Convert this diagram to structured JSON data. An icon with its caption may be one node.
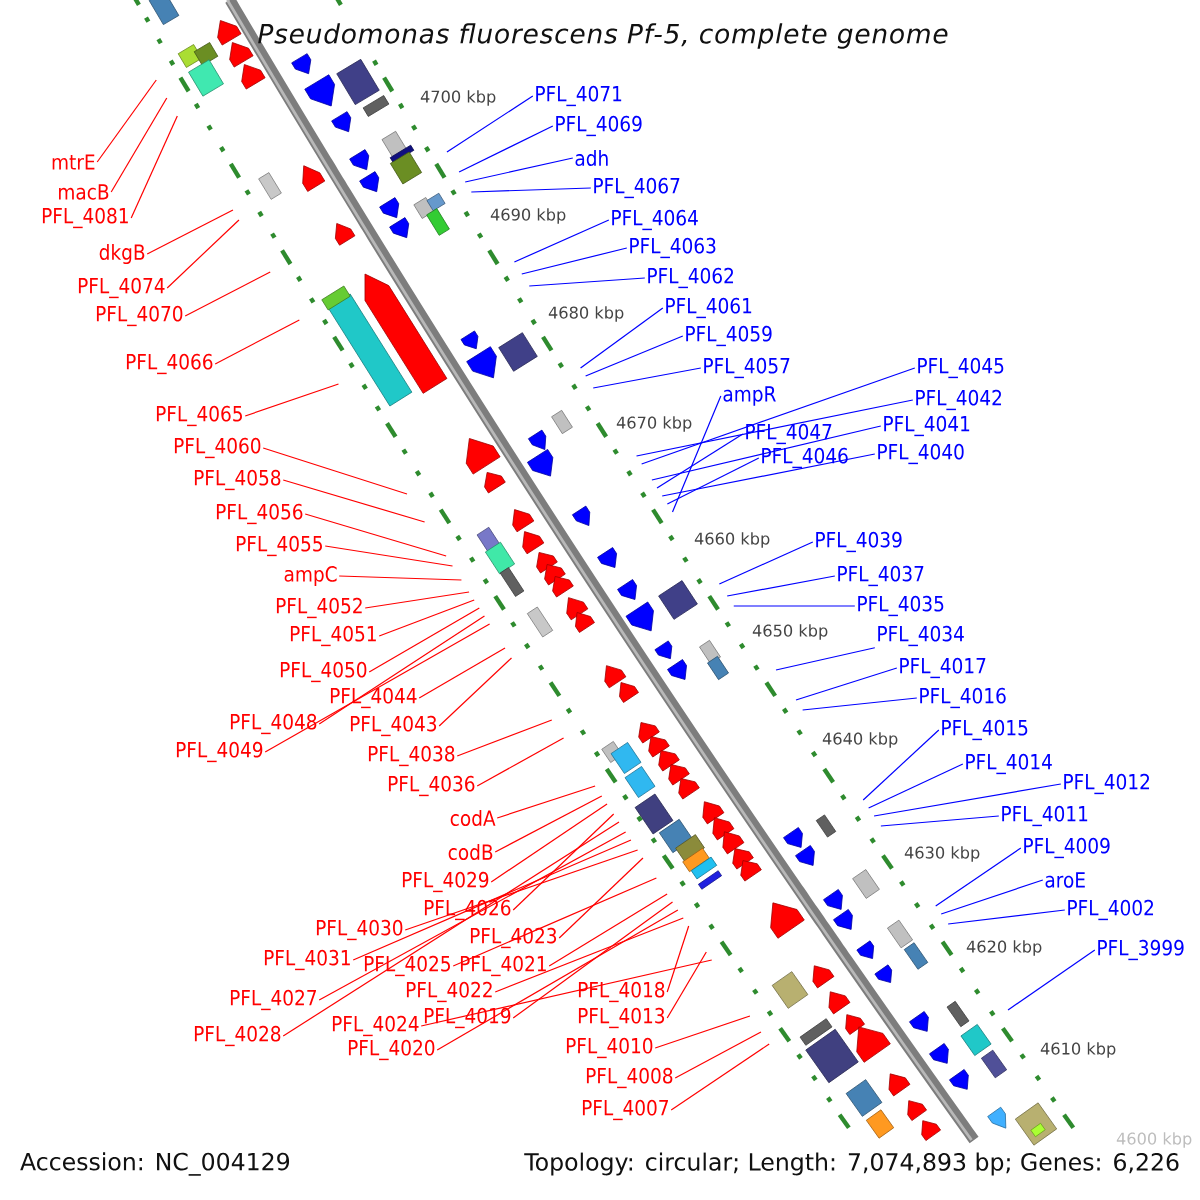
{
  "diagram": {
    "title": "Pseudomonas fluorescens Pf-5, complete genome",
    "nodes": [
      {
        "text": [
          "mtrE"
        ]
      },
      {
        "text": [
          "macB"
        ]
      },
      {
        "text": [
          "PFL_4081"
        ]
      },
      {
        "text": [
          "dkgB"
        ]
      },
      {
        "text": [
          "PFL_4074"
        ]
      },
      {
        "text": [
          "PFL_4070"
        ]
      },
      {
        "text": [
          "PFL_4066"
        ]
      },
      {
        "text": [
          "PFL_4065"
        ]
      },
      {
        "text": [
          "PFL_4060"
        ]
      },
      {
        "text": [
          "PFL_4058"
        ]
      },
      {
        "text": [
          "PFL_4056"
        ]
      },
      {
        "text": [
          "PFL_4055"
        ]
      },
      {
        "text": [
          "ampC"
        ]
      },
      {
        "text": [
          "PFL_4052"
        ]
      },
      {
        "text": [
          "PFL_4051"
        ]
      },
      {
        "text": [
          "PFL_4050"
        ]
      },
      {
        "text": [
          "PFL_4044"
        ]
      },
      {
        "text": [
          "PFL_4048"
        ]
      },
      {
        "text": [
          "PFL_4043"
        ]
      },
      {
        "text": [
          "PFL_4049"
        ]
      },
      {
        "text": [
          "PFL_4038"
        ]
      },
      {
        "text": [
          "PFL_4036"
        ]
      },
      {
        "text": [
          "codA"
        ]
      },
      {
        "text": [
          "codB"
        ]
      },
      {
        "text": [
          "PFL_4029"
        ]
      },
      {
        "text": [
          "PFL_4026"
        ]
      },
      {
        "text": [
          "PFL_4030"
        ]
      },
      {
        "text": [
          "PFL_4023"
        ]
      },
      {
        "text": [
          "PFL_4031"
        ]
      },
      {
        "text": [
          "PFL_4025"
        ]
      },
      {
        "text": [
          "PFL_4021"
        ]
      },
      {
        "text": [
          "PFL_4027"
        ]
      },
      {
        "text": [
          "PFL_4022"
        ]
      },
      {
        "text": [
          "PFL_4018"
        ]
      },
      {
        "text": [
          "PFL_4028"
        ]
      },
      {
        "text": [
          "PFL_4024"
        ]
      },
      {
        "text": [
          "PFL_4019"
        ]
      },
      {
        "text": [
          "PFL_4013"
        ]
      },
      {
        "text": [
          "PFL_4020"
        ]
      },
      {
        "text": [
          "PFL_4010"
        ]
      },
      {
        "text": [
          "PFL_4008"
        ]
      },
      {
        "text": [
          "PFL_4007"
        ]
      },
      {
        "text": [
          "PFL_4071"
        ]
      },
      {
        "text": [
          "PFL_4069"
        ]
      },
      {
        "text": [
          "adh"
        ]
      },
      {
        "text": [
          "PFL_4067"
        ]
      },
      {
        "text": [
          "PFL_4064"
        ]
      },
      {
        "text": [
          "PFL_4063"
        ]
      },
      {
        "text": [
          "PFL_4062"
        ]
      },
      {
        "text": [
          "PFL_4061"
        ]
      },
      {
        "text": [
          "PFL_4059"
        ]
      },
      {
        "text": [
          "PFL_4057"
        ]
      },
      {
        "text": [
          "PFL_4045"
        ]
      },
      {
        "text": [
          "ampR"
        ]
      },
      {
        "text": [
          "PFL_4042"
        ]
      },
      {
        "text": [
          "PFL_4041"
        ]
      },
      {
        "text": [
          "PFL_4047"
        ]
      },
      {
        "text": [
          "PFL_4040"
        ]
      },
      {
        "text": [
          "PFL_4046"
        ]
      },
      {
        "text": [
          "PFL_4039"
        ]
      },
      {
        "text": [
          "PFL_4037"
        ]
      },
      {
        "text": [
          "PFL_4035"
        ]
      },
      {
        "text": [
          "PFL_4034"
        ]
      },
      {
        "text": [
          "PFL_4017"
        ]
      },
      {
        "text": [
          "PFL_4016"
        ]
      },
      {
        "text": [
          "PFL_4012"
        ]
      },
      {
        "text": [
          "PFL_4015"
        ]
      },
      {
        "text": [
          "PFL_4014"
        ]
      },
      {
        "text": [
          "PFL_4011"
        ]
      },
      {
        "text": [
          "PFL_4009"
        ]
      },
      {
        "text": [
          "aroE"
        ]
      },
      {
        "text": [
          "PFL_4002"
        ]
      },
      {
        "text": [
          "PFL_3999"
        ]
      }
    ],
    "edges": [
      {
        "from": 0,
        "to": null,
        "arrow": "none"
      },
      {
        "from": 1,
        "to": null,
        "arrow": "none"
      },
      {
        "from": 2,
        "to": null,
        "arrow": "none"
      },
      {
        "from": 3,
        "to": null,
        "arrow": "none"
      },
      {
        "from": 4,
        "to": null,
        "arrow": "none"
      },
      {
        "from": 5,
        "to": null,
        "arrow": "none"
      },
      {
        "from": 6,
        "to": null,
        "arrow": "none"
      },
      {
        "from": 7,
        "to": null,
        "arrow": "none"
      },
      {
        "from": 8,
        "to": null,
        "arrow": "none"
      },
      {
        "from": 9,
        "to": null,
        "arrow": "none"
      },
      {
        "from": 10,
        "to": null,
        "arrow": "none"
      },
      {
        "from": 11,
        "to": null,
        "arrow": "none"
      },
      {
        "from": 12,
        "to": null,
        "arrow": "none"
      },
      {
        "from": 13,
        "to": null,
        "arrow": "none"
      },
      {
        "from": 14,
        "to": null,
        "arrow": "none"
      },
      {
        "from": 15,
        "to": null,
        "arrow": "none"
      },
      {
        "from": 16,
        "to": null,
        "arrow": "none"
      },
      {
        "from": 17,
        "to": null,
        "arrow": "none"
      },
      {
        "from": 18,
        "to": null,
        "arrow": "none"
      },
      {
        "from": 19,
        "to": null,
        "arrow": "none"
      },
      {
        "from": 20,
        "to": null,
        "arrow": "none"
      },
      {
        "from": 21,
        "to": null,
        "arrow": "none"
      },
      {
        "from": 22,
        "to": null,
        "arrow": "none"
      },
      {
        "from": 23,
        "to": null,
        "arrow": "none"
      },
      {
        "from": 24,
        "to": null,
        "arrow": "none"
      },
      {
        "from": 25,
        "to": null,
        "arrow": "none"
      },
      {
        "from": 26,
        "to": null,
        "arrow": "none"
      },
      {
        "from": 27,
        "to": null,
        "arrow": "none"
      },
      {
        "from": 28,
        "to": null,
        "arrow": "none"
      },
      {
        "from": 29,
        "to": null,
        "arrow": "none"
      },
      {
        "from": 30,
        "to": null,
        "arrow": "none"
      },
      {
        "from": 31,
        "to": null,
        "arrow": "none"
      },
      {
        "from": 32,
        "to": null,
        "arrow": "none"
      },
      {
        "from": 33,
        "to": null,
        "arrow": "none"
      },
      {
        "from": 34,
        "to": null,
        "arrow": "none"
      },
      {
        "from": 35,
        "to": null,
        "arrow": "none"
      },
      {
        "from": 36,
        "to": null,
        "arrow": "none"
      },
      {
        "from": 37,
        "to": null,
        "arrow": "none"
      },
      {
        "from": 38,
        "to": null,
        "arrow": "none"
      },
      {
        "from": 39,
        "to": null,
        "arrow": "none"
      },
      {
        "from": 40,
        "to": null,
        "arrow": "none"
      },
      {
        "from": 41,
        "to": null,
        "arrow": "none"
      },
      {
        "from": 42,
        "to": null,
        "arrow": "none",
        "color": "#0000ff"
      },
      {
        "from": 43,
        "to": null,
        "arrow": "none",
        "color": "#0000ff"
      },
      {
        "from": 44,
        "to": null,
        "arrow": "none",
        "color": "#0000ff"
      },
      {
        "from": 45,
        "to": null,
        "arrow": "none",
        "color": "#0000ff"
      },
      {
        "from": 46,
        "to": null,
        "arrow": "none",
        "color": "#0000ff"
      },
      {
        "from": 47,
        "to": null,
        "arrow": "none",
        "color": "#0000ff"
      },
      {
        "from": 48,
        "to": null,
        "arrow": "none",
        "color": "#0000ff"
      },
      {
        "from": 49,
        "to": null,
        "arrow": "none",
        "color": "#0000ff"
      },
      {
        "from": 50,
        "to": null,
        "arrow": "none",
        "color": "#0000ff"
      },
      {
        "from": 51,
        "to": null,
        "arrow": "none",
        "color": "#0000ff"
      },
      {
        "from": 52,
        "to": null,
        "arrow": "none",
        "color": "#0000ff"
      },
      {
        "from": 53,
        "to": null,
        "arrow": "none",
        "color": "#0000ff"
      },
      {
        "from": 54,
        "to": null,
        "arrow": "none",
        "color": "#0000ff"
      },
      {
        "from": 55,
        "to": null,
        "arrow": "none",
        "color": "#0000ff"
      },
      {
        "from": 56,
        "to": null,
        "arrow": "none",
        "color": "#0000ff"
      },
      {
        "from": 57,
        "to": null,
        "arrow": "none",
        "color": "#0000ff"
      },
      {
        "from": 58,
        "to": null,
        "arrow": "none",
        "color": "#0000ff"
      },
      {
        "from": 59,
        "to": null,
        "arrow": "none",
        "color": "#0000ff"
      },
      {
        "from": 60,
        "to": null,
        "arrow": "none",
        "color": "#0000ff"
      },
      {
        "from": 61,
        "to": null,
        "arrow": "none",
        "color": "#0000ff"
      },
      {
        "from": 62,
        "to": null,
        "arrow": "none",
        "color": "#0000ff"
      },
      {
        "from": 63,
        "to": null,
        "arrow": "none",
        "color": "#0000ff"
      },
      {
        "from": 64,
        "to": null,
        "arrow": "none",
        "color": "#0000ff"
      },
      {
        "from": 65,
        "to": null,
        "arrow": "none",
        "color": "#0000ff"
      },
      {
        "from": 66,
        "to": null,
        "arrow": "none",
        "color": "#0000ff"
      },
      {
        "from": 67,
        "to": null,
        "arrow": "none",
        "color": "#0000ff"
      },
      {
        "from": 68,
        "to": null,
        "arrow": "none",
        "color": "#0000ff"
      },
      {
        "from": 69,
        "to": null,
        "arrow": "none",
        "color": "#0000ff"
      },
      {
        "from": 70,
        "to": null,
        "arrow": "none",
        "color": "#0000ff"
      },
      {
        "from": 71,
        "to": null,
        "arrow": "none",
        "color": "#0000ff"
      },
      {
        "from": 72,
        "to": null,
        "arrow": "none",
        "color": "#0000ff"
      }
    ],
    "labels": [
      "4700 kbp",
      "4690 kbp",
      "4680 kbp",
      "4670 kbp",
      "4660 kbp",
      "4650 kbp",
      "4640 kbp",
      "4630 kbp",
      "4620 kbp",
      "4610 kbp",
      "4600 kbp",
      "Accession: NC_004129",
      "Topology: circular; Length: 7,074,893 bp; Genes: 6,226"
    ]
  }
}
